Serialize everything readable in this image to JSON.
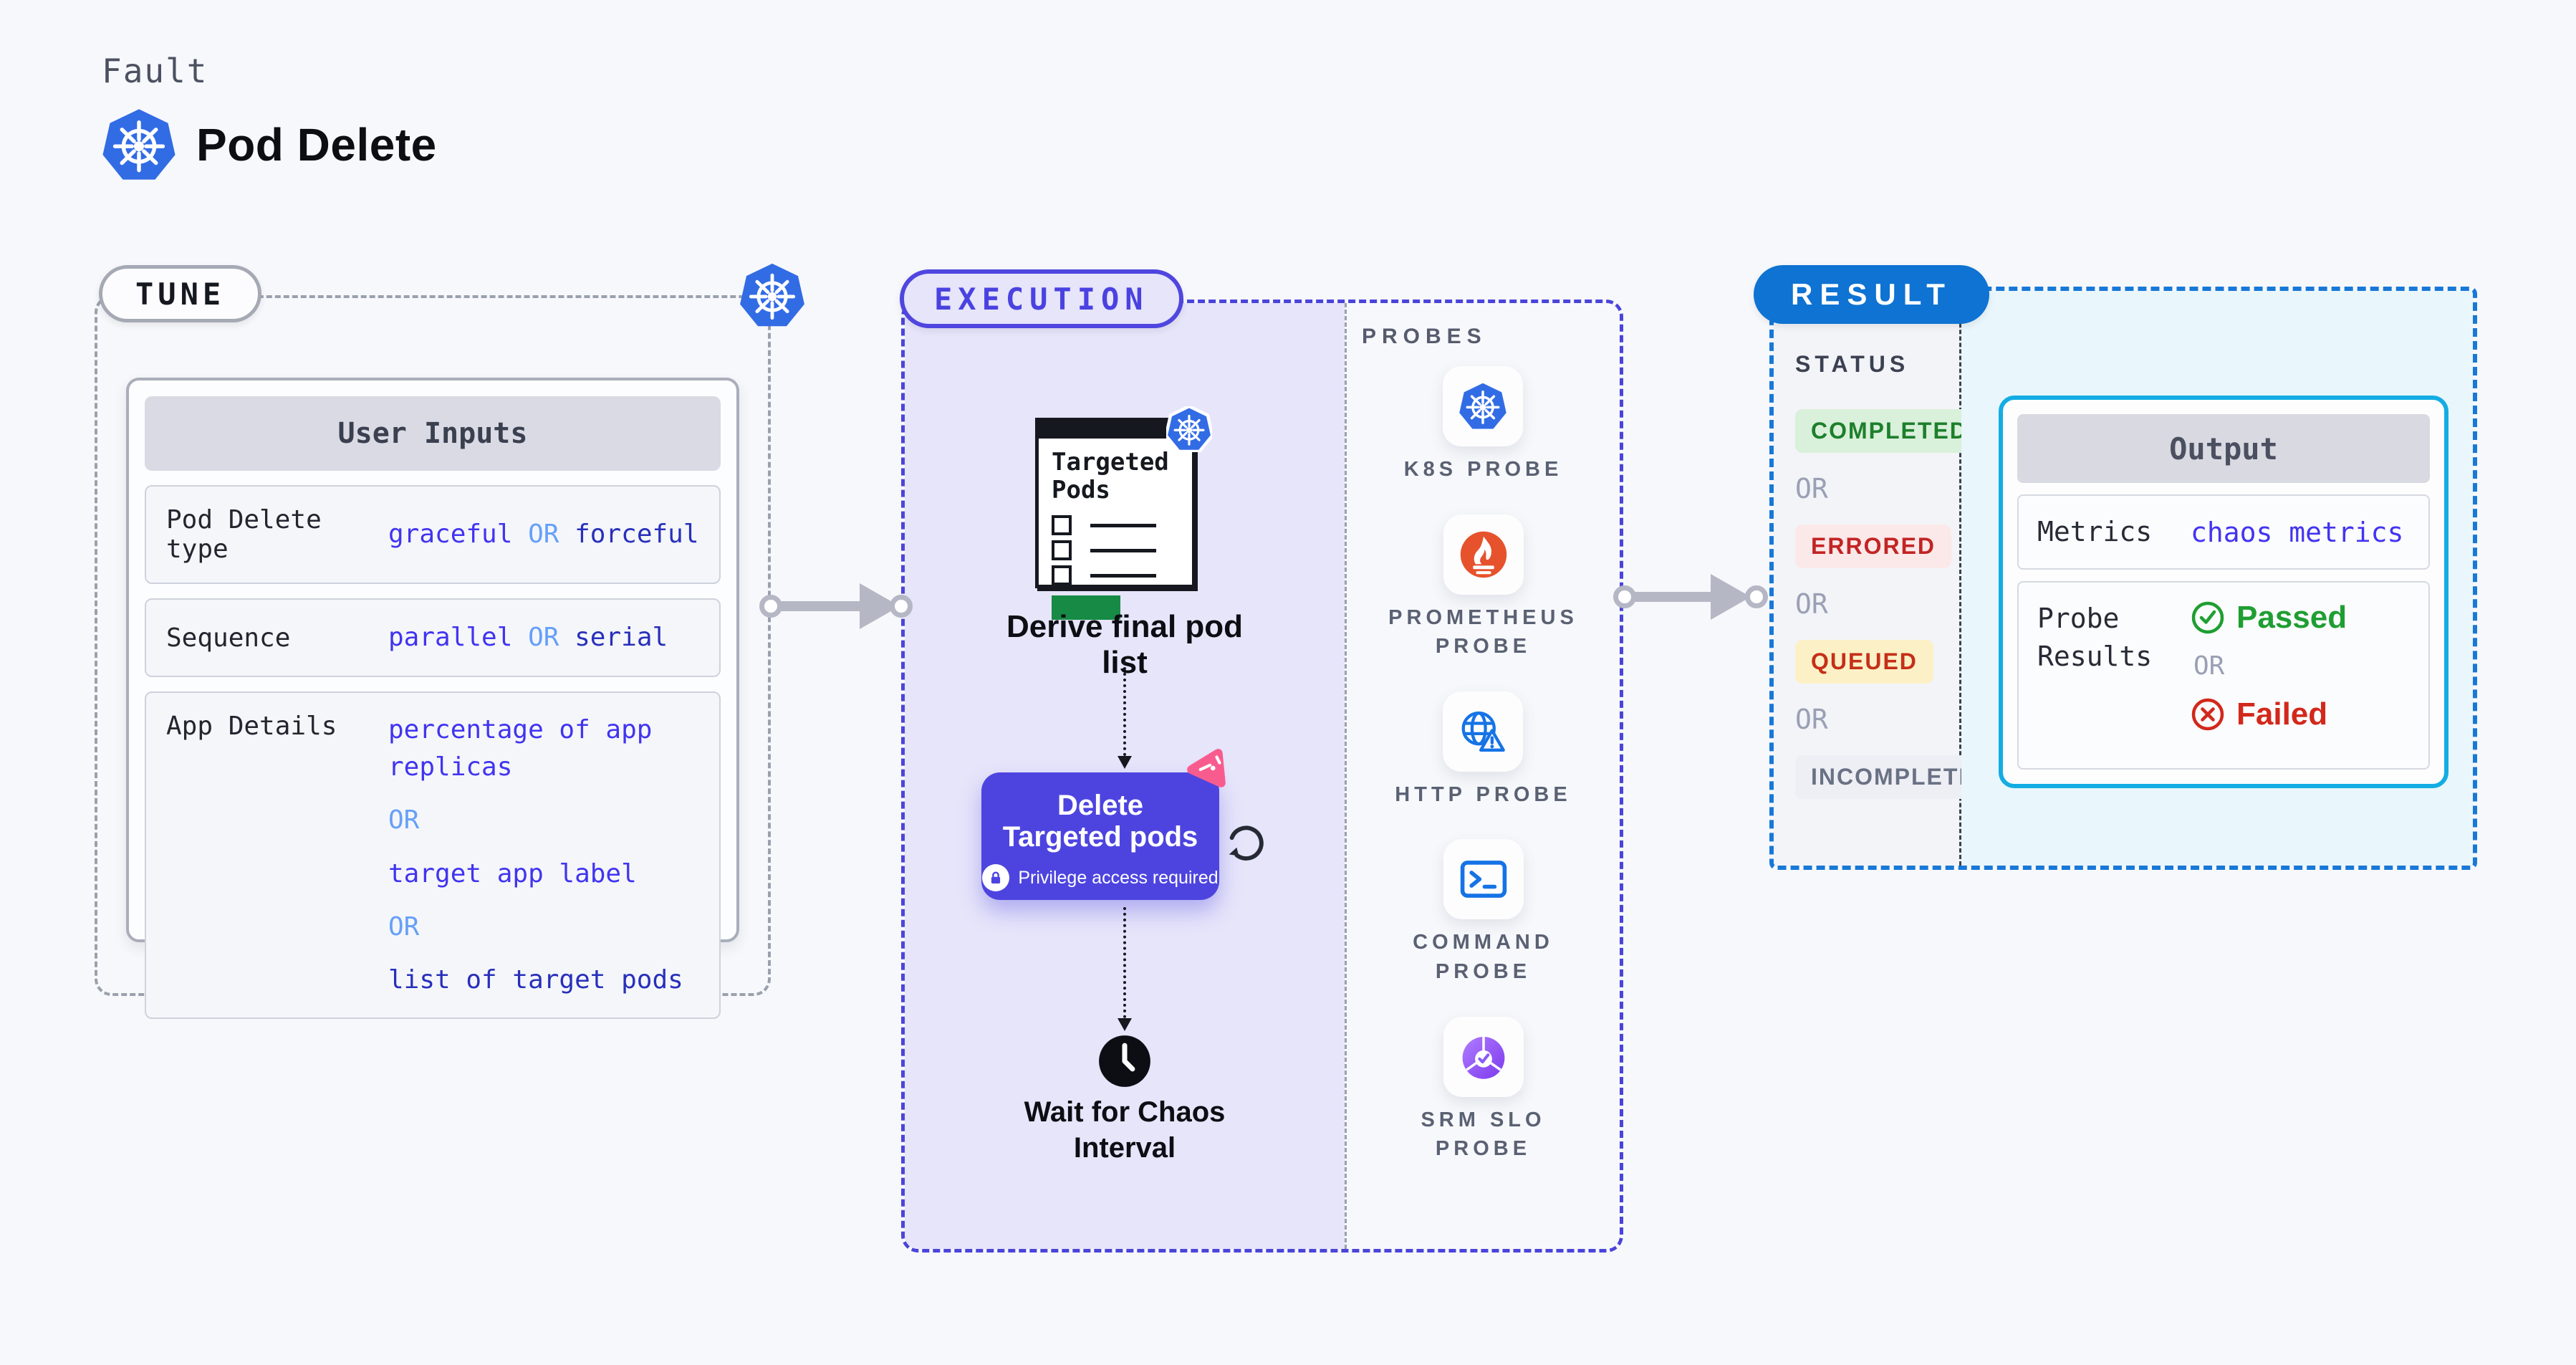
{
  "header": {
    "kicker": "Fault",
    "title": "Pod Delete"
  },
  "tune": {
    "label": "TUNE",
    "table": {
      "header": "User Inputs",
      "rows": [
        {
          "label": "Pod Delete type",
          "v1": "graceful",
          "or": "OR",
          "v2": "forceful"
        },
        {
          "label": "Sequence",
          "v1": "parallel",
          "or": "OR",
          "v2": "serial"
        },
        {
          "label": "App Details",
          "line1": "percentage of app replicas",
          "or1": "OR",
          "line2": "target app label",
          "or2": "OR",
          "line3": "list of target pods"
        }
      ]
    }
  },
  "execution": {
    "label": "EXECUTION",
    "clipboard_title": "Targeted Pods",
    "derive_label": "Derive final pod list",
    "delete_title": "Delete Targeted pods",
    "privilege_label": "Privilege access required",
    "wait_label": "Wait for Chaos Interval"
  },
  "probes": {
    "title": "PROBES",
    "items": [
      {
        "label": "K8S PROBE",
        "icon": "k8s-icon"
      },
      {
        "label": "PROMETHEUS PROBE",
        "icon": "prometheus-icon"
      },
      {
        "label": "HTTP PROBE",
        "icon": "http-globe-icon"
      },
      {
        "label": "COMMAND PROBE",
        "icon": "terminal-icon"
      },
      {
        "label": "SRM SLO PROBE",
        "icon": "srm-slo-icon"
      }
    ]
  },
  "result": {
    "label": "RESULT",
    "status": {
      "title": "STATUS",
      "or": "OR",
      "items": [
        {
          "label": "COMPLETED",
          "fg": "#1d7f2c",
          "bg": "#d9f0da"
        },
        {
          "label": "ERRORED",
          "fg": "#c32424",
          "bg": "#fbe9e9"
        },
        {
          "label": "QUEUED",
          "fg": "#c52f18",
          "bg": "#fcf0c6"
        },
        {
          "label": "INCOMPLETED",
          "fg": "#6a7184",
          "bg": "#edeff5"
        }
      ]
    },
    "output": {
      "header": "Output",
      "metrics_label": "Metrics",
      "metrics_value": "chaos metrics",
      "probe_results_label": "Probe Results",
      "passed_label": "Passed",
      "or_label": "OR",
      "failed_label": "Failed"
    }
  },
  "colors": {
    "k8s_blue": "#326ce5",
    "indigo_accent": "#4d44e0",
    "result_blue": "#0e73d2",
    "output_cyan": "#13ade3",
    "passed_green": "#1f9e32",
    "failed_red": "#d2281c",
    "prometheus_orange": "#e6522c",
    "probe_blue": "#1573e6",
    "srm_purple": "#8b5cf6",
    "chaos_pink": "#f85c8f",
    "value_primary": "#4134f0",
    "value_or": "#66a0f8",
    "value_secondary": "#2830ba"
  }
}
